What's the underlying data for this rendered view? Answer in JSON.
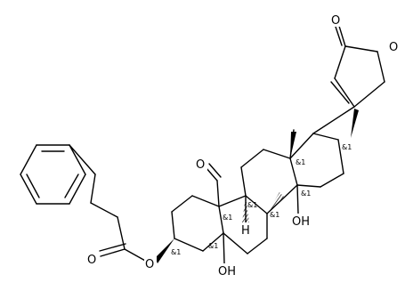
{
  "atoms": {
    "lactone_carbonyl_o": "O",
    "lactone_ring_o": "O",
    "aldehyde_o": "O",
    "ester_carbonyl_o": "O",
    "ester_o": "O",
    "oh_c14": "OH",
    "oh_c5": "OH",
    "h_c9": "H"
  },
  "stereo_labels": {
    "c3": "&1",
    "c5": "&1",
    "c8": "&1",
    "c9": "&1",
    "c10": "&1",
    "c13": "&1",
    "c14": "&1",
    "c17": "&1"
  }
}
